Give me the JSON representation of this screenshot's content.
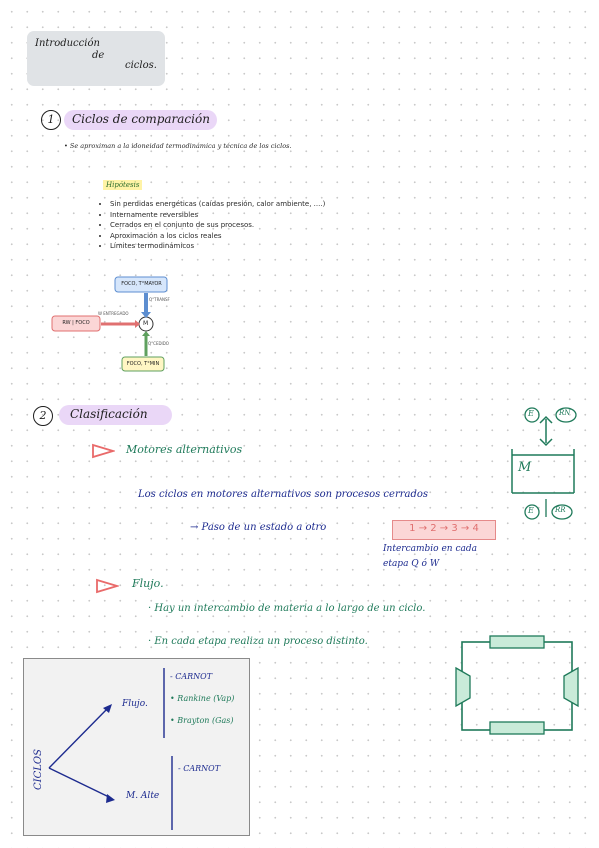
{
  "title": {
    "line1": "Introducción",
    "line2": "de",
    "line3": "ciclos."
  },
  "section1": {
    "number": "1",
    "heading": "Ciclos de comparación",
    "intro": "• Se aproximan a la idoneidad termodinámica y técnica de los ciclos.",
    "hypothesis_label": "Hipótesis",
    "hypotheses": [
      "Sin perdidas energéticas (caídas presión, calor ambiente, ....)",
      "Internamente reversibles",
      "Cerrados en el conjunto de sus procesos.",
      "Aproximación a los ciclos reales",
      "Límites termodinámicos"
    ],
    "diagram": {
      "top_box": "FOCO, T°MAYOR",
      "left_box": "RW | FOCO",
      "bottom_box": "FOCO, T°MIN",
      "center": "M",
      "q_top": "Q°TRANSF",
      "q_bottom": "Q°CEDIDO",
      "w_label": "W ENTREGADO"
    }
  },
  "section2": {
    "number": "2",
    "heading": "Clasificación",
    "motores_label": "Motores alternativos",
    "motores_text": "Los ciclos en motores alternativos son procesos cerrados",
    "paso_text": "→ Paso de un estado a otro",
    "states": "1 → 2 → 3 → 4",
    "intercambio_line1": "Intercambio en cada",
    "intercambio_line2": "etapa Q ó W",
    "engine": {
      "e_top": "E",
      "rn_top": "RN",
      "m": "M",
      "e_bottom": "E",
      "rn_bottom": "RR"
    },
    "flujo_label": "Flujo.",
    "flujo_line1": "· Hay un intercambio de materia a lo largo de un ciclo.",
    "flujo_line2": "· En cada etapa realiza un proceso distinto.",
    "classification": {
      "root": "CICLOS",
      "branch1": "Flujo.",
      "branch1_items": [
        "- CARNOT",
        "• Rankine (Vap)",
        "• Brayton (Gas)"
      ],
      "branch2": "M. Alte",
      "branch2_items": [
        "- CARNOT"
      ]
    }
  }
}
